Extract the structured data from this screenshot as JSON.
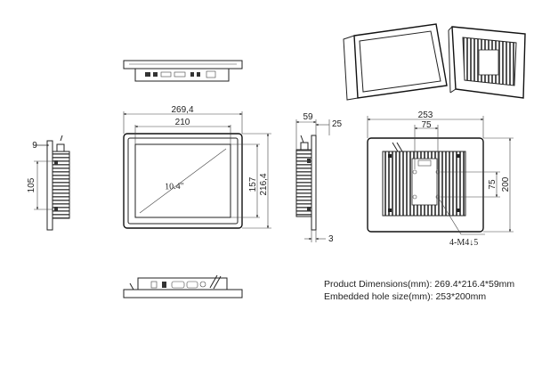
{
  "dimensions": {
    "front_width": "269,4",
    "front_inner_width": "210",
    "front_height_157": "157",
    "front_height_216": "216,4",
    "screen_size": "10.4\"",
    "side_left_9": "9",
    "side_left_105": "105",
    "side_depth_59": "59",
    "side_depth_25": "25",
    "side_bottom_3": "3",
    "rear_width_253": "253",
    "rear_hole_75_h": "75",
    "rear_hole_75_v": "75",
    "rear_height_200": "200",
    "rear_screw": "4-M4↓5"
  },
  "specs": {
    "product_dimensions": "Product Dimensions(mm): 269.4*216.4*59mm",
    "embedded_hole_size": "Embedded hole size(mm): 253*200mm"
  }
}
